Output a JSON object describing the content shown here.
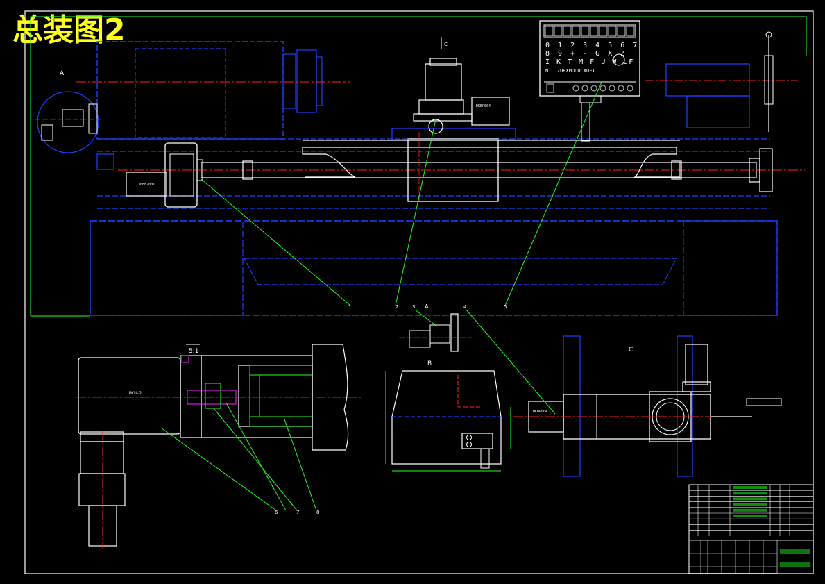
{
  "title": "总装图2",
  "callouts": [
    "1",
    "2",
    "3",
    "4",
    "5",
    "6",
    "7",
    "8"
  ],
  "views": {
    "view_a": "A",
    "view_b": "B",
    "view_c": "C",
    "section_mark": "C",
    "scale": "5:1"
  },
  "labels": {
    "servo_motor": "DKBP004",
    "servo_motor_2": "DKBP004",
    "stepper": "130BF-001",
    "motor_head": "MCU-2"
  },
  "keypad": {
    "row1": [
      "0",
      "1",
      "2",
      "3",
      "4",
      "5",
      "6",
      "7"
    ],
    "row2": [
      "8",
      "9",
      "+",
      "-",
      "G",
      "X",
      "Z"
    ],
    "row3": [
      "I",
      "K",
      "T",
      "M",
      "F",
      "U",
      "W",
      "LF"
    ],
    "row4": [
      "N",
      "L",
      "ZDHXMODULXDFT"
    ]
  },
  "colors": {
    "blue": "#2040ff",
    "white": "#ffffff",
    "red": "#ff2020",
    "green": "#20ff20",
    "yellow": "#ffff20",
    "magenta": "#ff20ff"
  }
}
